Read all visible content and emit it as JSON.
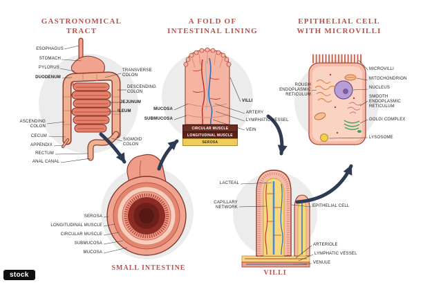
{
  "titles": {
    "tract": [
      "GASTRONOMICAL",
      "TRACT"
    ],
    "fold": [
      "A FOLD OF",
      "INTESTINAL LINING"
    ],
    "cell": [
      "EPITHELIAL CELL",
      "WITH MICROVILLI"
    ],
    "intestine": "SMALL INTESTINE",
    "villi": "VILLI"
  },
  "tract": {
    "labels": [
      "ESOPHAGUS",
      "STOMACH",
      "PYLORUS",
      "DUODENUM",
      "TRANSVERSE COLON",
      "DESCENDING COLON",
      "JEJUNUM",
      "ILEUM",
      "ASCENDING COLON",
      "CECUM",
      "APPENDIX",
      "RECTUM",
      "ANAL CANAL",
      "SIGMOID COLON"
    ]
  },
  "fold": {
    "left_labels": [
      "MUCOSA",
      "SUBMUCOSA"
    ],
    "right_labels": [
      "VILLI",
      "ARTERY",
      "LYMPHATIC VESSEL",
      "VEIN"
    ],
    "layers": [
      "CIRCULAR MUSCLE",
      "LONGITUDINAL MUSCLE",
      "SEROSA"
    ]
  },
  "cell": {
    "left_labels": [
      "ROUGH ENDOPLASMIC RETICULUM"
    ],
    "right_labels": [
      "MICROVILLI",
      "MITOCHONDRION",
      "NUCLEUS",
      "SMOOTH ENDOPLASMIC RETICULUM",
      "GOLGI COMPLEX",
      "LYSOSOME"
    ]
  },
  "intestine": {
    "labels": [
      "SEROSA",
      "LONGITUDINAL MUSCLE",
      "CIRCULAR MUSCLE",
      "SUBMUCOSA",
      "MUCOSA"
    ]
  },
  "villi": {
    "left_labels": [
      "LACTEAL",
      "CAPILLARY NETWORK"
    ],
    "right_labels": [
      "EPITHELIAL CELL",
      "ARTERIOLE",
      "LYMPHATIC VESSEL",
      "VENULE"
    ]
  },
  "watermark": {
    "text": "stock"
  },
  "colors": {
    "title_red": "#bf4e47",
    "arrow_navy": "#2f3b52",
    "tissue_pink": "#f2a390",
    "core_yellow": "#f6d97f"
  }
}
